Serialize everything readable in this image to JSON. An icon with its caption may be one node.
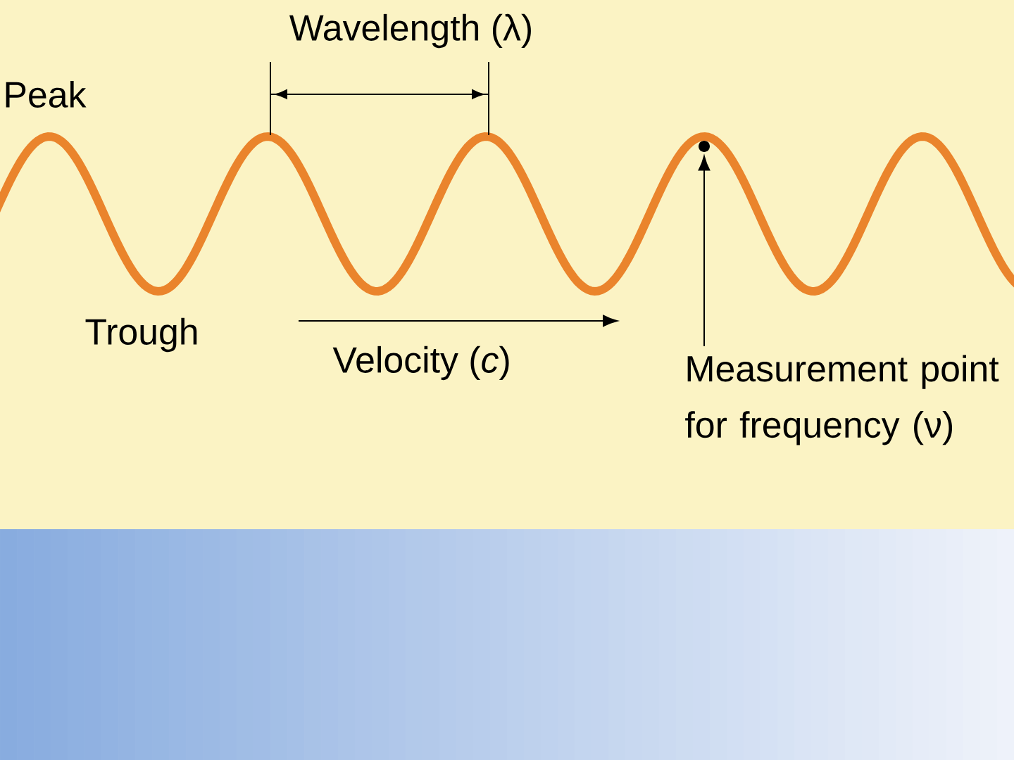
{
  "diagram": {
    "nodes": [
      {
        "text": [
          "Measurement point for frequency (ν)"
        ]
      },
      {
        "text": [],
        "shape": "circle"
      }
    ],
    "edges": [
      {
        "from": 0,
        "to": 1,
        "arrow": "to"
      }
    ],
    "labels": [
      "Wavelength (λ)",
      "Peak",
      "Trough",
      "Velocity (*c*)"
    ]
  }
}
